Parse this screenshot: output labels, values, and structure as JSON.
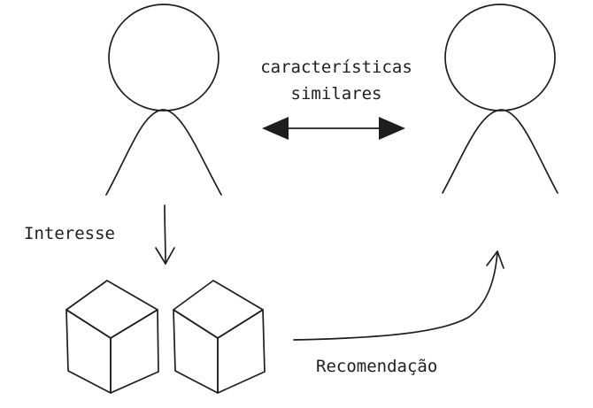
{
  "labels": {
    "similar_line1": "características",
    "similar_line2": "similares",
    "interest": "Interesse",
    "recommendation": "Recomendação"
  },
  "colors": {
    "stroke": "#1e1e1e",
    "cube1_face": "#fa5252",
    "cube2_face": "#fd7e14",
    "background": "#ffffff"
  },
  "nodes": [
    {
      "id": "person-left",
      "kind": "person"
    },
    {
      "id": "person-right",
      "kind": "person"
    },
    {
      "id": "item-cube-red",
      "kind": "cube"
    },
    {
      "id": "item-cube-orange",
      "kind": "cube"
    }
  ],
  "edges": [
    {
      "from": "person-left",
      "to": "person-right",
      "label": "similar_line1",
      "direction": "both"
    },
    {
      "from": "person-left",
      "to": "item-cube-red",
      "label": "interest",
      "direction": "forward"
    },
    {
      "from": "item-cube-orange",
      "to": "person-right",
      "label": "recommendation",
      "direction": "forward"
    }
  ]
}
